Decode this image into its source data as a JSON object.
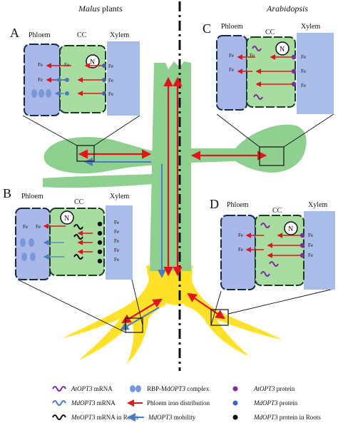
{
  "headers": {
    "left": "Malus plants",
    "left_italic": "Malus",
    "left_rest": " plants",
    "right": "Arabidopsis"
  },
  "panels": {
    "A": {
      "letter": "A",
      "phloem": "Phloem",
      "cc": "CC",
      "xylem": "Xylem",
      "n": "N",
      "fe": "Fe"
    },
    "B": {
      "letter": "B",
      "phloem": "Phloem",
      "cc": "CC",
      "xylem": "Xylem",
      "n": "N",
      "fe": "Fe"
    },
    "C": {
      "letter": "C",
      "phloem": "Phloem",
      "cc": "CC",
      "xylem": "Xylem",
      "n": "N",
      "fe": "Fe"
    },
    "D": {
      "letter": "D",
      "phloem": "Phloem",
      "cc": "CC",
      "xylem": "Xylem",
      "n": "N",
      "fe": "Fe"
    }
  },
  "legend": {
    "at_mrna": {
      "italic": "AtOPT3",
      "rest": " mRNA"
    },
    "md_mrna": {
      "italic": "MdOPT3",
      "rest": " mRNA"
    },
    "mn_mrna": {
      "italic": "MnOPT3",
      "rest": " mRNA in Roots"
    },
    "rbp_complex": {
      "pre": "RBP-Md",
      "italic": "OPT3",
      "rest": " complex"
    },
    "phloem_iron": "Phloem iron distribution",
    "md_mobility": {
      "italic": "MdOPT3",
      "rest": " mobility"
    },
    "at_protein": {
      "italic": "AtOPT3",
      "rest": " protein"
    },
    "md_protein": {
      "italic": "MdOPT3",
      "rest": " protein"
    },
    "md_protein_roots": {
      "italic": "MdOPT3",
      "rest": " protein in Roots"
    }
  },
  "colors": {
    "plant_green": "#8fcf8f",
    "root_yellow": "#ffe12a",
    "phloem_blue": "#a9b8e8",
    "cc_green": "#a8dca0",
    "xylem_blue": "#aabde8",
    "iron_arrow_red": "#e0141a",
    "mobility_blue": "#4a7cc0",
    "at_protein_purple": "#7b2f9e",
    "md_protein_blue": "#3c67b8",
    "roots_protein_black": "#111111"
  }
}
